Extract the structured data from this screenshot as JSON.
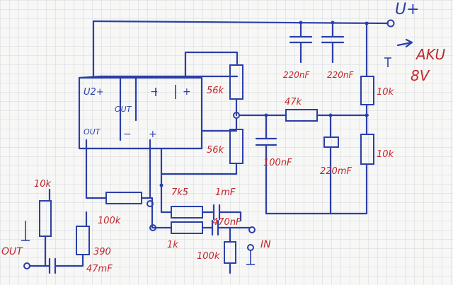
{
  "colors": {
    "ink_blue": "#2b3fa8",
    "ink_red": "#c0282e",
    "paper": "#f7f7f5",
    "grid": "#c9cdd8"
  },
  "labels": {
    "supply": "U+",
    "battery": "AKU",
    "battery_voltage": "8V",
    "opamp_supply": "U2+",
    "opamp_out1": "OUT",
    "opamp_out2": "OUT",
    "minus1": "−",
    "plus1": "+",
    "minus2": "−",
    "plus2": "+",
    "out_connector": "OUT",
    "in_connector": "IN"
  },
  "components": {
    "c_top_left": "220nF",
    "c_top_right": "220nF",
    "r_divider_top": "56k",
    "r_divider_bottom": "56k",
    "r_series": "47k",
    "r_right_top": "10k",
    "r_right_bottom": "10k",
    "c_filter": "100nF",
    "c_electrolytic": "220mF",
    "r_out_pull": "10k",
    "r_feedback": "100k",
    "r_mid": "7k5",
    "c_mid": "1mF",
    "r_gain": "1k",
    "c_in": "470nF",
    "r_in": "100k",
    "r_out_series": "390",
    "c_out": "47mF"
  }
}
